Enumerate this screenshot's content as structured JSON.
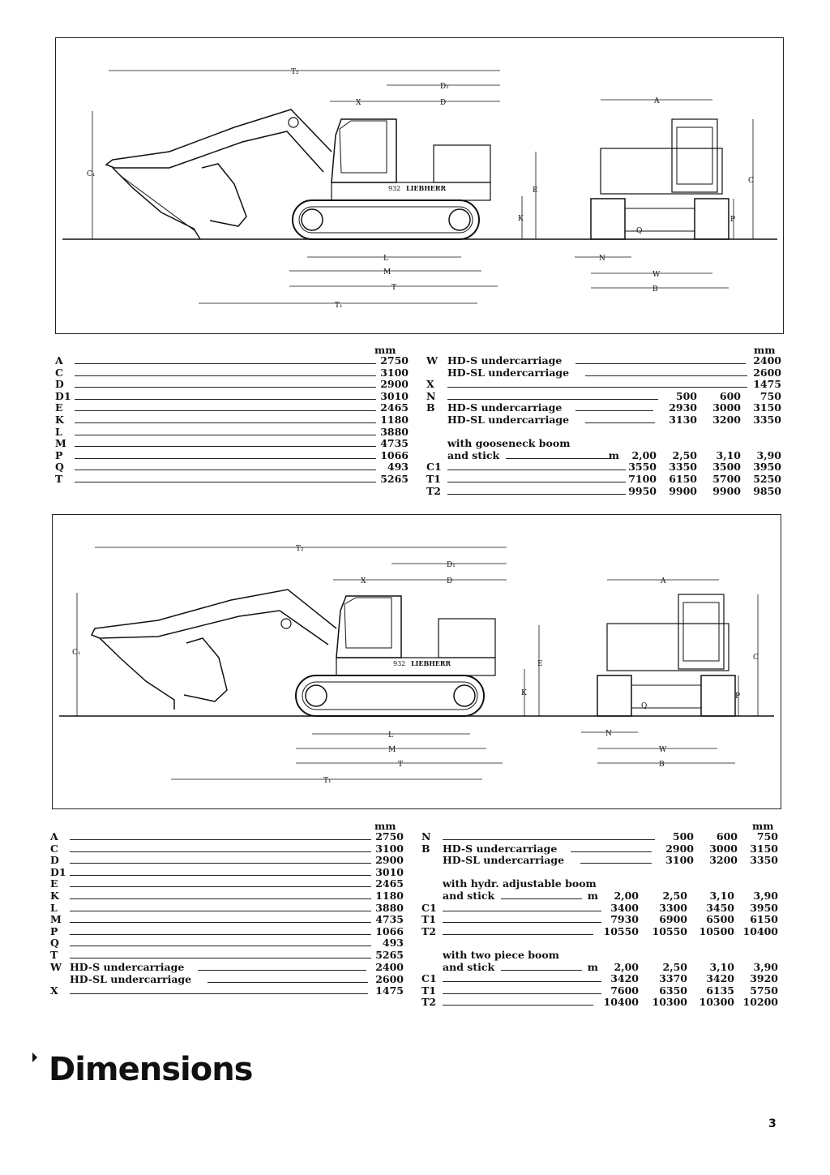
{
  "page_title": "Dimensions",
  "page_number": "3",
  "diagram_labels": {
    "T2": "T₂",
    "D1": "D₁",
    "X": "X",
    "D": "D",
    "C1": "C₁",
    "E": "E",
    "K": "K",
    "L": "L",
    "M": "M",
    "T": "T",
    "T1": "T₁",
    "A": "A",
    "C": "C",
    "P": "P",
    "Q": "Q",
    "N": "N",
    "W": "W",
    "B": "B",
    "brand": "LIEBHERR",
    "model": "932"
  },
  "unit": "mm",
  "table1_left": [
    {
      "key": "A",
      "value": "2750"
    },
    {
      "key": "C",
      "value": "3100"
    },
    {
      "key": "D",
      "value": "2900"
    },
    {
      "key": "D1",
      "value": "3010"
    },
    {
      "key": "E",
      "value": "2465"
    },
    {
      "key": "K",
      "value": "1180"
    },
    {
      "key": "L",
      "value": "3880"
    },
    {
      "key": "M",
      "value": "4735"
    },
    {
      "key": "P",
      "value": "1066"
    },
    {
      "key": "Q",
      "value": "493"
    },
    {
      "key": "T",
      "value": "5265"
    }
  ],
  "table1_right": {
    "W_key": "W",
    "W_hds": "HD-S undercarriage",
    "W_hds_val": "2400",
    "W_hdsl": "HD-SL undercarriage",
    "W_hdsl_val": "2600",
    "X_key": "X",
    "X_val": "1475",
    "N_key": "N",
    "N_vals": [
      "500",
      "600",
      "750"
    ],
    "B_key": "B",
    "B_hds": "HD-S undercarriage",
    "B_hds_vals": [
      "2930",
      "3000",
      "3150"
    ],
    "B_hdsl": "HD-SL undercarriage",
    "B_hdsl_vals": [
      "3130",
      "3200",
      "3350"
    ],
    "boom_title": "with gooseneck boom",
    "boom_sub": "and stick",
    "m": "m",
    "lengths": [
      "2,00",
      "2,50",
      "3,10",
      "3,90"
    ],
    "C1": [
      "3550",
      "3350",
      "3500",
      "3950"
    ],
    "T1": [
      "7100",
      "6150",
      "5700",
      "5250"
    ],
    "T2": [
      "9950",
      "9900",
      "9900",
      "9850"
    ]
  },
  "table2_left": [
    {
      "key": "A",
      "value": "2750"
    },
    {
      "key": "C",
      "value": "3100"
    },
    {
      "key": "D",
      "value": "2900"
    },
    {
      "key": "D1",
      "value": "3010"
    },
    {
      "key": "E",
      "value": "2465"
    },
    {
      "key": "K",
      "value": "1180"
    },
    {
      "key": "L",
      "value": "3880"
    },
    {
      "key": "M",
      "value": "4735"
    },
    {
      "key": "P",
      "value": "1066"
    },
    {
      "key": "Q",
      "value": "493"
    },
    {
      "key": "T",
      "value": "5265"
    }
  ],
  "table2_left_extra": {
    "W_key": "W",
    "W_hds": "HD-S undercarriage",
    "W_hds_val": "2400",
    "W_hdsl": "HD-SL undercarriage",
    "W_hdsl_val": "2600",
    "X_key": "X",
    "X_val": "1475"
  },
  "table2_right": {
    "N_key": "N",
    "N_vals": [
      "500",
      "600",
      "750"
    ],
    "B_key": "B",
    "B_hds": "HD-S undercarriage",
    "B_hds_vals": [
      "2900",
      "3000",
      "3150"
    ],
    "B_hdsl": "HD-SL undercarriage",
    "B_hdsl_vals": [
      "3100",
      "3200",
      "3350"
    ],
    "hyd_title": "with hydr. adjustable boom",
    "hyd_sub": "and stick",
    "m": "m",
    "hyd_lengths": [
      "2,00",
      "2,50",
      "3,10",
      "3,90"
    ],
    "hyd_C1": [
      "3400",
      "3300",
      "3450",
      "3950"
    ],
    "hyd_T1": [
      "7930",
      "6900",
      "6500",
      "6150"
    ],
    "hyd_T2": [
      "10550",
      "10550",
      "10500",
      "10400"
    ],
    "two_title": "with two piece boom",
    "two_sub": "and stick",
    "two_lengths": [
      "2,00",
      "2,50",
      "3,10",
      "3,90"
    ],
    "two_C1": [
      "3420",
      "3370",
      "3420",
      "3920"
    ],
    "two_T1": [
      "7600",
      "6350",
      "6135",
      "5750"
    ],
    "two_T2": [
      "10400",
      "10300",
      "10300",
      "10200"
    ]
  }
}
